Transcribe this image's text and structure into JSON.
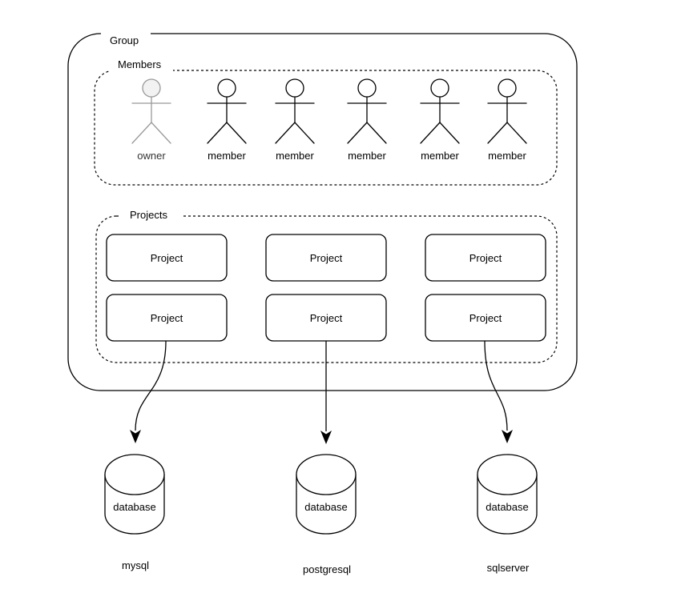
{
  "group": {
    "label": "Group"
  },
  "members": {
    "label": "Members",
    "figures": [
      {
        "label": "owner",
        "role": "owner"
      },
      {
        "label": "member",
        "role": "member"
      },
      {
        "label": "member",
        "role": "member"
      },
      {
        "label": "member",
        "role": "member"
      },
      {
        "label": "member",
        "role": "member"
      },
      {
        "label": "member",
        "role": "member"
      }
    ]
  },
  "projects": {
    "label": "Projects",
    "boxes": [
      {
        "label": "Project"
      },
      {
        "label": "Project"
      },
      {
        "label": "Project"
      },
      {
        "label": "Project"
      },
      {
        "label": "Project"
      },
      {
        "label": "Project"
      }
    ]
  },
  "databases": [
    {
      "label": "database",
      "name": "mysql"
    },
    {
      "label": "database",
      "name": "postgresql"
    },
    {
      "label": "database",
      "name": "sqlserver"
    }
  ],
  "colors": {
    "stroke": "#000000",
    "owner_stroke": "#999999",
    "owner_fill": "#f2f2f2",
    "background": "#ffffff",
    "text": "#000000"
  }
}
